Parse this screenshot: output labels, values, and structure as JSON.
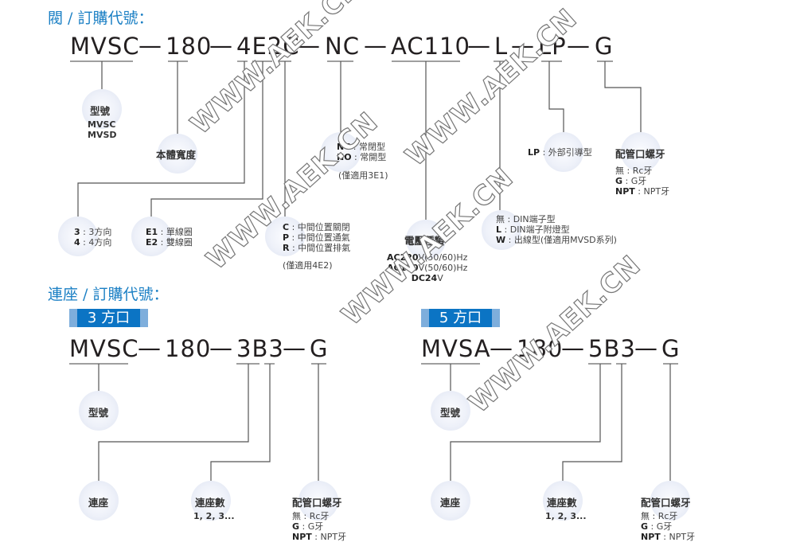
{
  "valve": {
    "title": "閥 / 訂購代號：",
    "code": {
      "model": "MVSC",
      "width": "180",
      "ports": "4E2C",
      "normal": "NC",
      "voltage": "AC110",
      "connector": "L",
      "pilot": "LP",
      "thread": "G",
      "dash": "—"
    },
    "model_circle": {
      "label": "型號",
      "options": [
        "MVSC",
        "MVSD"
      ]
    },
    "width_circle": {
      "label": "本體寬度"
    },
    "normal_circle": {
      "options": [
        {
          "k": "NC",
          "v": "常閉型"
        },
        {
          "k": "NO",
          "v": "常開型"
        }
      ],
      "note": "(僅適用3E1)"
    },
    "pilot_circle": {
      "k": "LP",
      "v": "外部引導型"
    },
    "thread_circle": {
      "label": "配管口螺牙",
      "options": [
        {
          "k": "無",
          "v": "Rc牙"
        },
        {
          "k": "G",
          "v": "G牙"
        },
        {
          "k": "NPT",
          "v": "NPT牙"
        }
      ]
    },
    "dir_circle": {
      "options": [
        {
          "k": "3",
          "v": "3方向"
        },
        {
          "k": "4",
          "v": "4方向"
        }
      ]
    },
    "coil_circle": {
      "options": [
        {
          "k": "E1",
          "v": "單線圈"
        },
        {
          "k": "E2",
          "v": "雙線圈"
        }
      ]
    },
    "center_circle": {
      "options": [
        {
          "k": "C",
          "v": "中間位置關閉"
        },
        {
          "k": "P",
          "v": "中間位置通氣"
        },
        {
          "k": "R",
          "v": "中間位置排氣"
        }
      ],
      "note": "(僅適用4E2)"
    },
    "voltage_circle": {
      "label": "電壓種類",
      "options": [
        {
          "k": "AC220",
          "v": "V(50/60)Hz"
        },
        {
          "k": "AC110",
          "v": "V(50/60)Hz"
        },
        {
          "k": "DC24",
          "v": "V"
        }
      ]
    },
    "connector_circle": {
      "options": [
        {
          "k": "無",
          "v": "DIN端子型"
        },
        {
          "k": "L",
          "v": "DIN端子附燈型"
        },
        {
          "k": "W",
          "v": "出線型(僅適用MVSD系列)"
        }
      ]
    }
  },
  "base": {
    "title": "連座 / 訂購代號：",
    "panels": [
      {
        "badge": "3 方口",
        "code": {
          "model": "MVSC",
          "width": "180",
          "stations": "3B3",
          "thread": "G"
        }
      },
      {
        "badge": "5 方口",
        "code": {
          "model": "MVSA",
          "width": "180",
          "stations": "5B3",
          "thread": "G"
        }
      }
    ],
    "model_label": "型號",
    "base_label": "連座",
    "count_label": "連座數",
    "count_values": "1, 2, 3...",
    "thread": {
      "label": "配管口螺牙",
      "options": [
        {
          "k": "無",
          "v": "Rc牙"
        },
        {
          "k": "G",
          "v": "G牙"
        },
        {
          "k": "NPT",
          "v": "NPT牙"
        }
      ]
    }
  },
  "watermark": "WWW.AEK.CN",
  "colors": {
    "title": "#1a7fc4",
    "badge": "#0b74c4",
    "badge_edge": "#7eaedc",
    "text": "#231f20"
  }
}
